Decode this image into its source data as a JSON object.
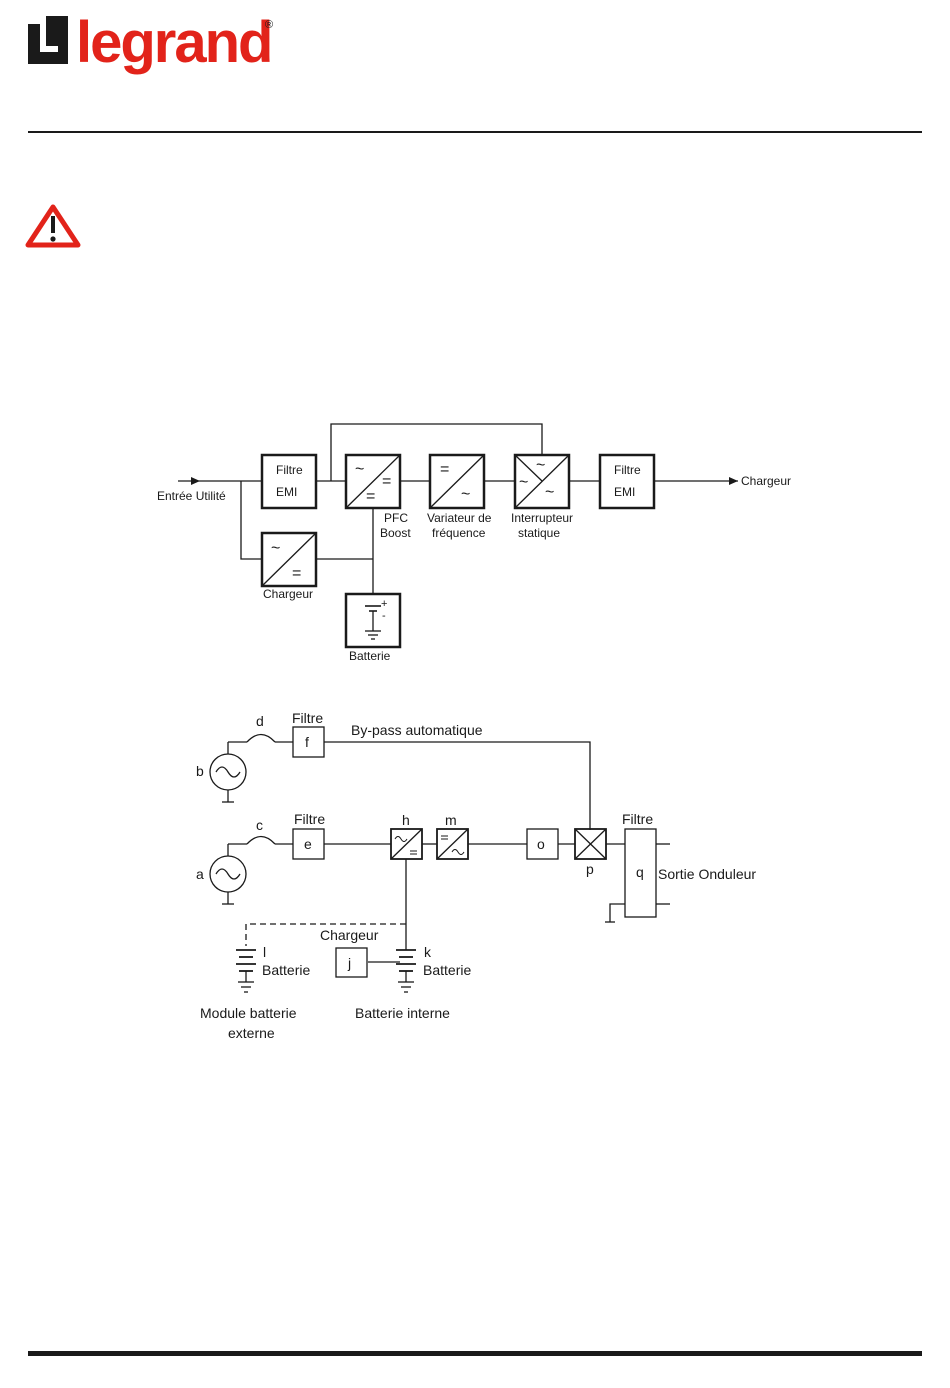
{
  "header": {
    "brand": "legrand",
    "registered": "®"
  },
  "colors": {
    "brand_red": "#e2231a",
    "line": "#1a1a1a"
  },
  "warning_icon": "warning-triangle-icon",
  "diagram1": {
    "input": "Entrée Utilité",
    "output": "Chargeur",
    "filter_in": [
      "Filtre",
      "EMI"
    ],
    "filter_out": [
      "Filtre",
      "EMI"
    ],
    "pfc": [
      "PFC",
      "Boost"
    ],
    "variator": [
      "Variateur de",
      "fréquence"
    ],
    "switch": [
      "Interrupteur",
      "statique"
    ],
    "charger": "Chargeur",
    "battery": "Batterie",
    "ac": "~",
    "dc": "=",
    "plus": "+",
    "minus": "-"
  },
  "diagram2": {
    "bypass": "By-pass automatique",
    "filter_top": "Filtre",
    "filter_mid": "Filtre",
    "filter_out": "Filtre",
    "output": "Sortie Onduleur",
    "charger": "Chargeur",
    "battery_l": "Batterie",
    "battery_k": "Batterie",
    "ext_module": [
      "Module batterie",
      "externe"
    ],
    "int_battery": "Batterie interne",
    "labels": {
      "a": "a",
      "b": "b",
      "c": "c",
      "d": "d",
      "e": "e",
      "f": "f",
      "h": "h",
      "j": "j",
      "k": "k",
      "l": "l",
      "m": "m",
      "o": "o",
      "p": "p",
      "q": "q"
    }
  }
}
